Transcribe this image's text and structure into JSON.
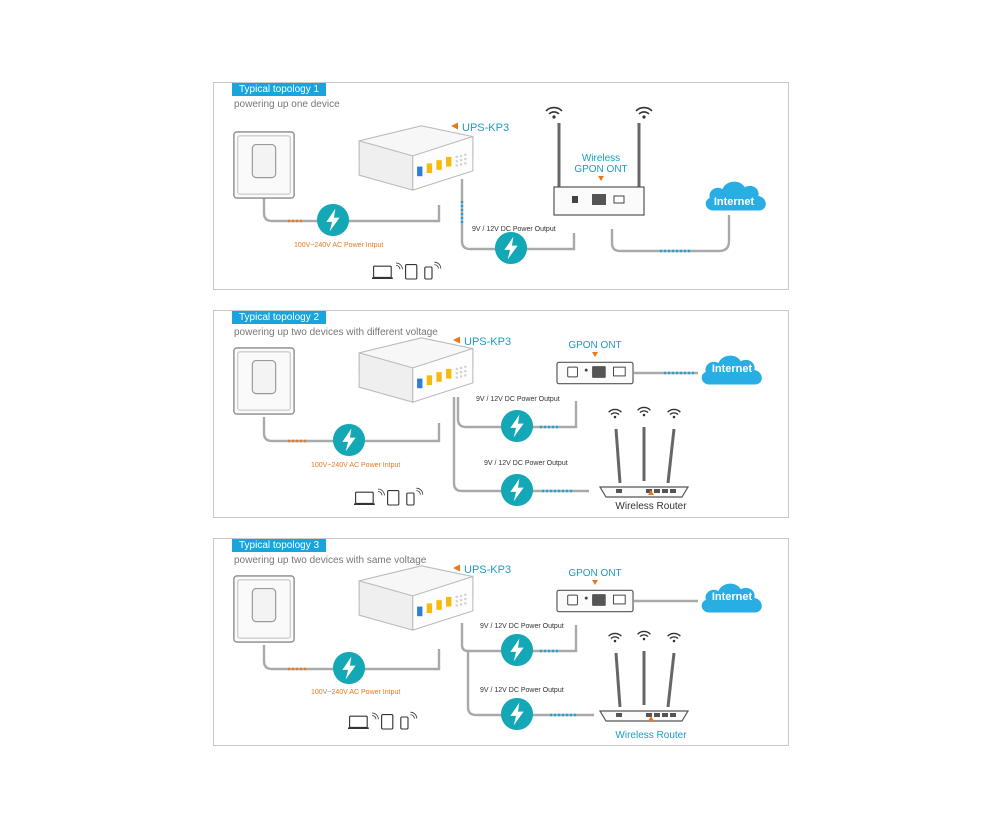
{
  "topologies": [
    {
      "tag": "Typical topology 1",
      "subtitle": "powering up one device",
      "ups_label": "UPS-KP3",
      "ont_label_line1": "Wireless",
      "ont_label_line2": "GPON ONT",
      "dc_label_1": "9V / 12V DC Power Output",
      "ac_label": "100V~240V AC Power Intput",
      "internet_label": "Internet"
    },
    {
      "tag": "Typical topology 2",
      "subtitle": "powering up two devices with different voltage",
      "ups_label": "UPS-KP3",
      "ont_label": "GPON ONT",
      "dc_label_1": "9V / 12V DC Power Output",
      "dc_label_2": "9V / 12V DC Power Output",
      "ac_label": "100V~240V AC Power Intput",
      "internet_label": "Internet",
      "router_label": "Wireless Router"
    },
    {
      "tag": "Typical topology 3",
      "subtitle": "powering up two devices with same voltage",
      "ups_label": "UPS-KP3",
      "ont_label": "GPON ONT",
      "dc_label_1": "9V / 12V DC Power Output",
      "dc_label_2": "9V / 12V DC Power Output",
      "ac_label": "100V~240V AC Power Intput",
      "internet_label": "Internet",
      "router_label": "Wireless Router"
    }
  ],
  "colors": {
    "accent_blue": "#1aa4dd",
    "teal": "#1b9dbf",
    "orange": "#e8791e",
    "cloud": "#29aee3"
  }
}
